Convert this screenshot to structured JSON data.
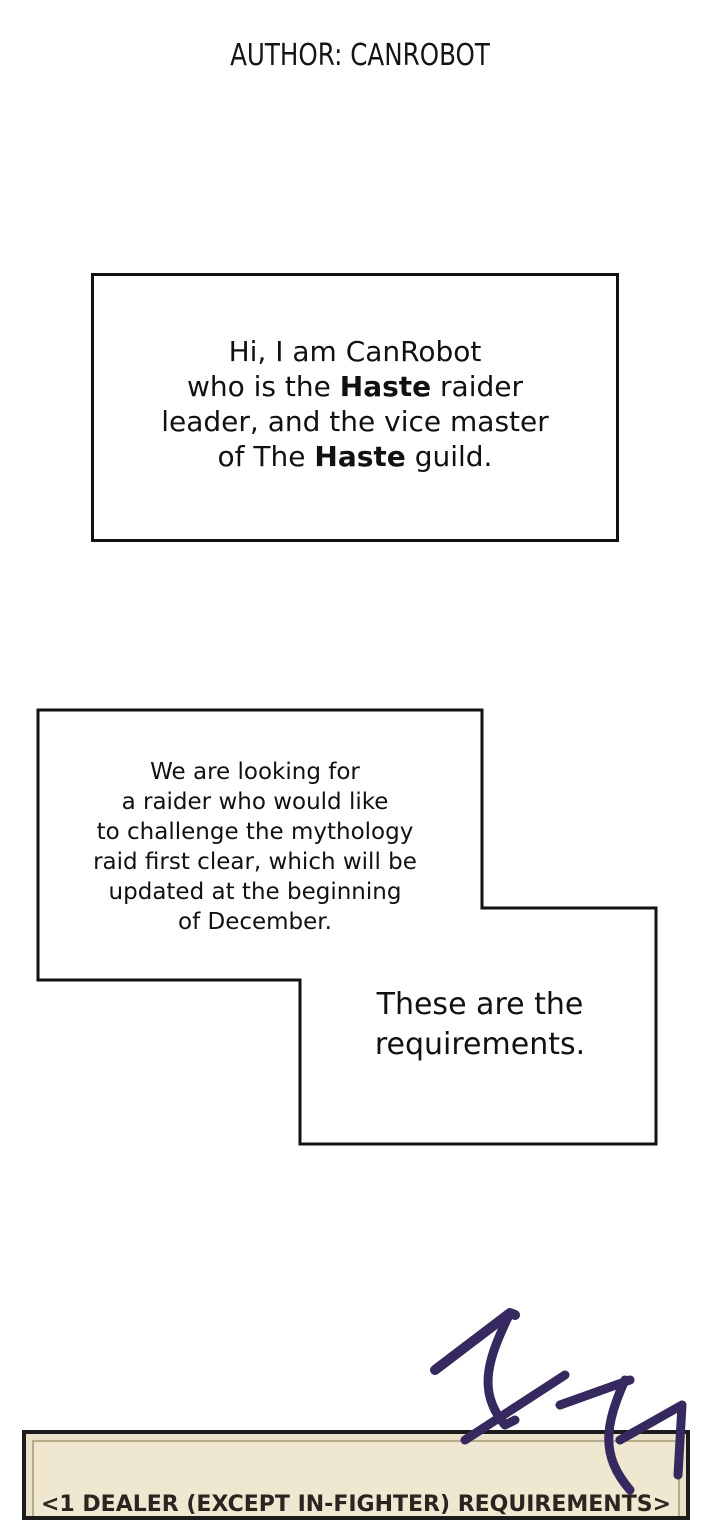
{
  "header": {
    "author": "AUTHOR: CANROBOT"
  },
  "panel_1": {
    "line1": "Hi, I am CanRobot",
    "line2_pre": "who is the ",
    "line2_bold": "Haste",
    "line2_post": " raider",
    "line3": "leader, and the vice master",
    "line4_pre": "of The ",
    "line4_bold": "Haste",
    "line4_post": " guild."
  },
  "panel_2": {
    "lines": [
      "We are looking for",
      "a raider who would like",
      "to challenge the mythology",
      "raid first clear, which will be",
      "updated at the beginning",
      "of December."
    ],
    "continuation_lines": [
      "These are the",
      "requirements."
    ]
  },
  "banner": {
    "text": "<1 DEALER (EXCEPT IN-FIGHTER) REQUIREMENTS>"
  },
  "colors": {
    "ink": "#111111",
    "banner_bg": "#efe7cf",
    "sfx_stroke": "#3b2a6b"
  }
}
